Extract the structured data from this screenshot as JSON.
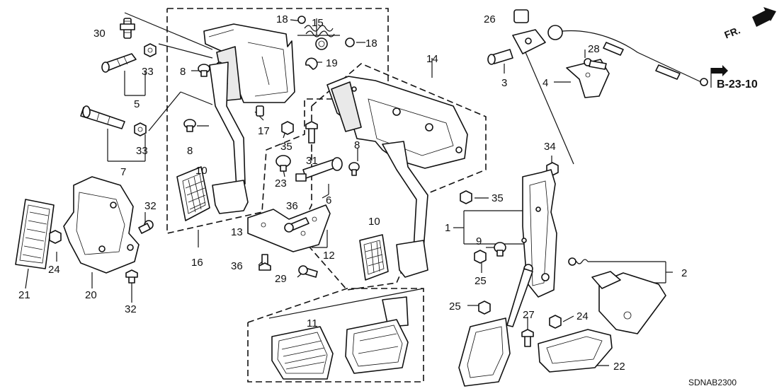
{
  "diagram_code": "SDNAB2300",
  "reference": {
    "label": "B-23-10"
  },
  "direction_marker": {
    "label": "FR."
  },
  "callouts": [
    "1",
    "2",
    "3",
    "4",
    "5",
    "6",
    "7",
    "8",
    "9",
    "10",
    "11",
    "12",
    "13",
    "14",
    "15",
    "16",
    "17",
    "18",
    "19",
    "20",
    "21",
    "22",
    "23",
    "24",
    "25",
    "26",
    "27",
    "28",
    "29",
    "30",
    "31",
    "32",
    "33",
    "34",
    "35",
    "36"
  ]
}
